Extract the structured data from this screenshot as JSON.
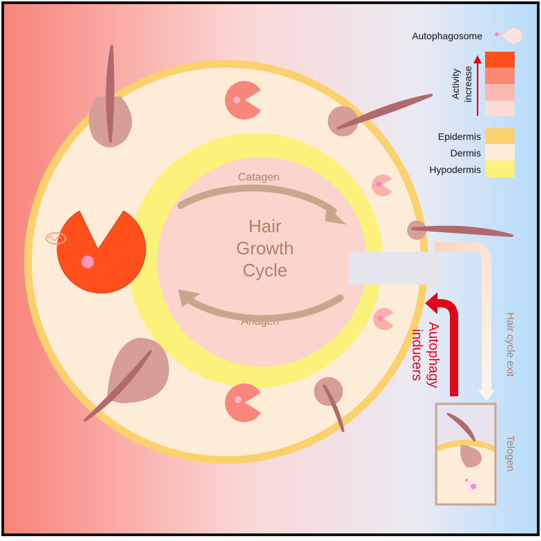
{
  "center": {
    "line1": "Hair",
    "line2": "Growth",
    "line3": "Cycle",
    "catagen": "Catagen",
    "anagen": "Anagen"
  },
  "legend": {
    "autophagosome": "Autophagosome",
    "activity_line1": "Activity",
    "activity_line2": "increase",
    "activity_colors": [
      "#ff4f1b",
      "#fb8870",
      "#f9b8b0",
      "#fbdcd5"
    ],
    "layers": [
      {
        "label": "Epidermis",
        "color": "#fbd16e"
      },
      {
        "label": "Dermis",
        "color": "#fdecd8"
      },
      {
        "label": "Hypodermis",
        "color": "#fcf17a"
      }
    ]
  },
  "side": {
    "exit": "Hair cycle exit",
    "inducers_line1": "Autophagy",
    "inducers_line2": "inducers",
    "telogen": "Telogen"
  },
  "colors": {
    "bg_left": "#f8847a",
    "bg_right": "#b6dcfb",
    "epidermis": "#fbd16e",
    "dermis": "#fdecd8",
    "hypodermis": "#fcf17a",
    "hair": "#b06a6e",
    "bulb": "#d79e98",
    "arrow": "#c8a58b",
    "red": "#e1061a",
    "text_brown": "#a8826c"
  }
}
